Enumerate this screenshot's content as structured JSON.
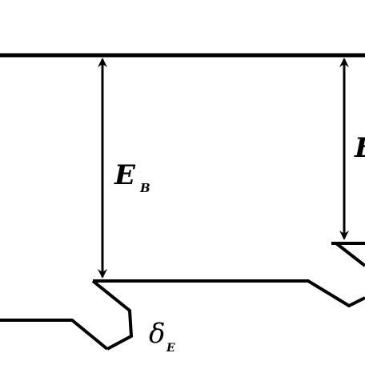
{
  "labels": {
    "eb_main": "E",
    "eb_sub": "B",
    "right_main": "E",
    "delta": "δ",
    "delta_sub": "E"
  }
}
